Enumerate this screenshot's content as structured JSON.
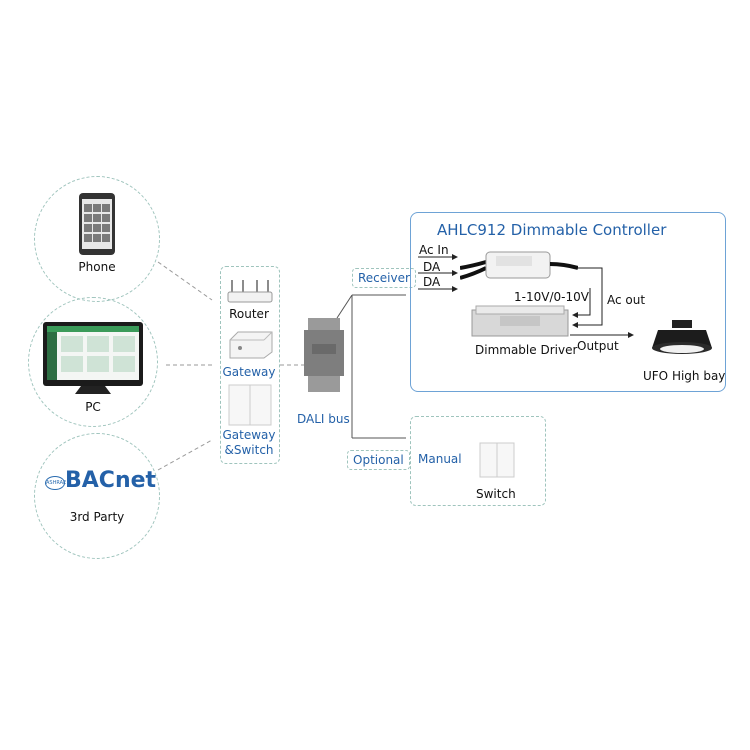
{
  "clients": {
    "phone": "Phone",
    "pc": "PC",
    "bacnet_logo": "BACnet",
    "bacnet_small": "ASHRAE",
    "third_party": "3rd Party"
  },
  "hub": {
    "router": "Router",
    "gateway": "Gateway",
    "gateway_switch_1": "Gateway",
    "gateway_switch_2": "&Switch"
  },
  "bus": {
    "dali": "DALI bus",
    "receiver": "Receiver",
    "optional": "Optional"
  },
  "controller": {
    "title": "AHLC912 Dimmable Controller",
    "ac_in": "Ac In",
    "da1": "DA",
    "da2": "DA",
    "signal": "1-10V/0-10V",
    "ac_out": "Ac out",
    "driver": "Dimmable Driver",
    "output": "Output",
    "lamp": "UFO High bay"
  },
  "manual": {
    "manual": "Manual",
    "switch": "Switch"
  },
  "colors": {
    "dashed": "#9fc4bd",
    "accent_blue": "#2461a8",
    "controller_border": "#6ea3d6"
  }
}
